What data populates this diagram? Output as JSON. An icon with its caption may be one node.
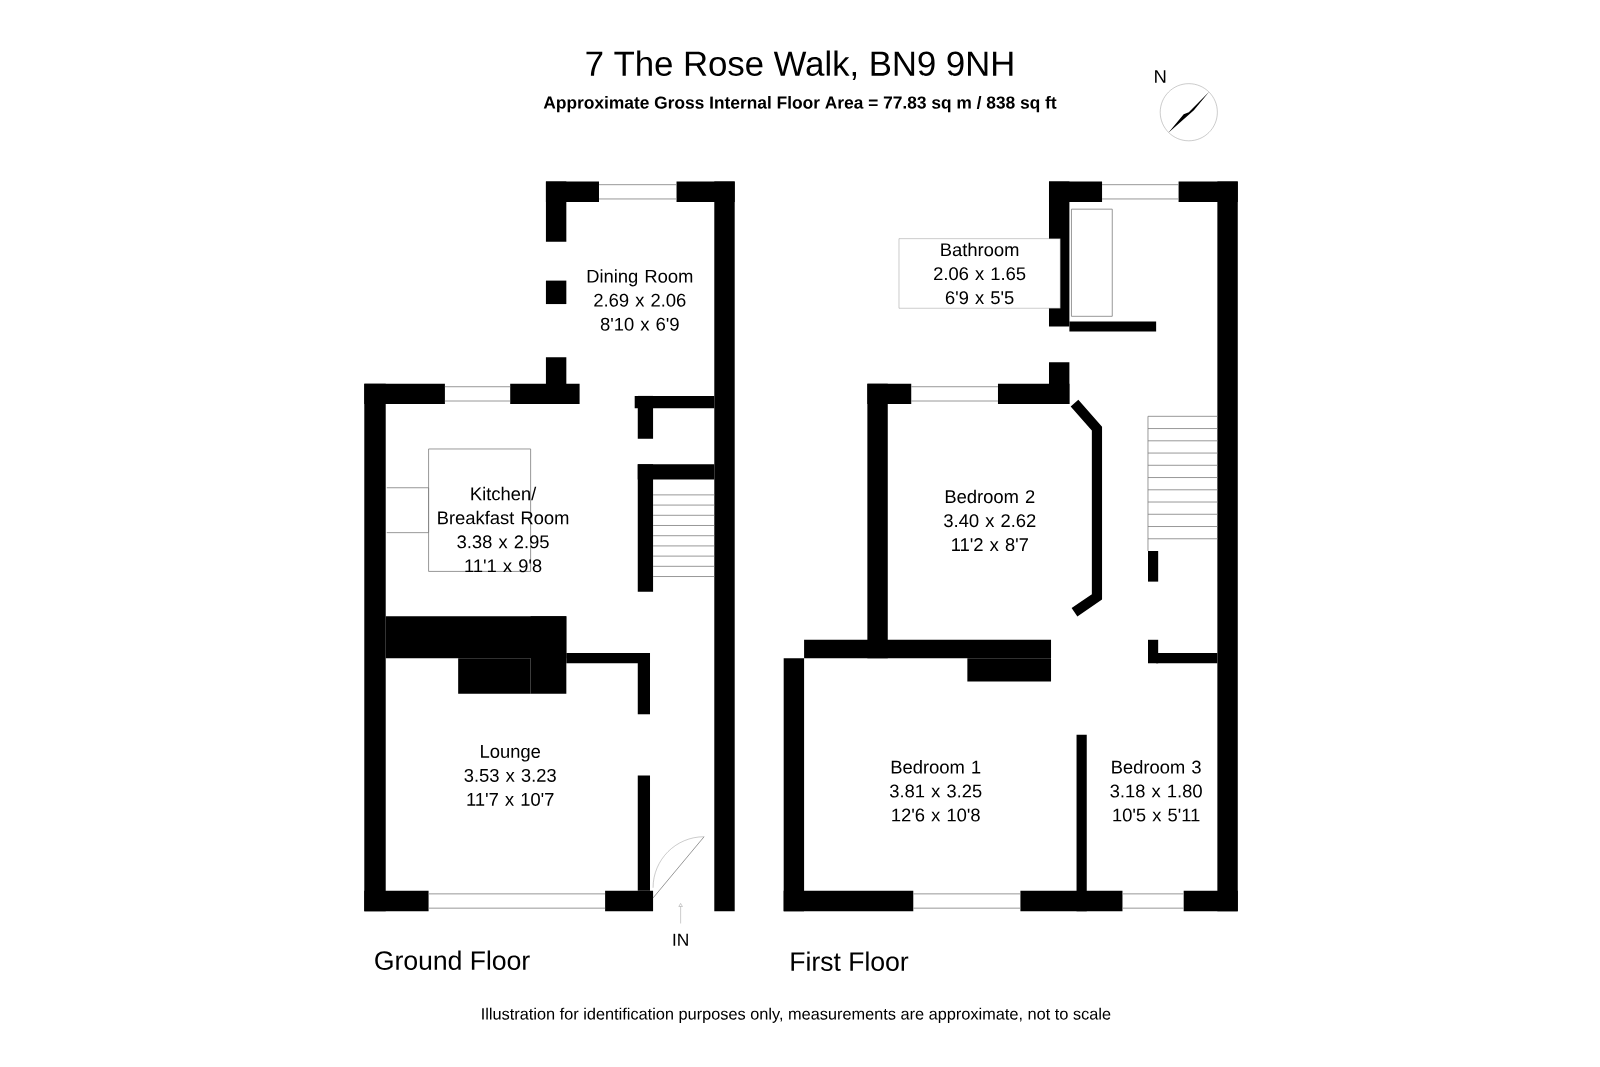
{
  "diagram": {
    "title": "7 The Rose Walk, BN9 9NH",
    "caption": "Approximate Gross Internal Floor Area = 77.83 sq m / 838 sq ft",
    "nodes": [
      {
        "text": [
          "Dining Room",
          "2.69 x 2.06",
          "8'10 x 6'9"
        ]
      },
      {
        "text": [
          "Kitchen/ Breakfast Room",
          "3.38 x 2.95",
          "11'1 x 9'8"
        ]
      },
      {
        "text": [
          "Bathroom",
          "2.06 x 1.65",
          "6'9 x 5'5"
        ]
      },
      {
        "text": [
          "Bedroom 2",
          "3.40 x 2.62",
          "11'2 x 8'7"
        ]
      },
      {
        "text": [
          "Lounge",
          "3.53 x 3.23",
          "11'7 x 10'7"
        ]
      },
      {
        "text": [
          "Bedroom 1",
          "3.81 x 3.25",
          "12'6 x 10'8"
        ]
      },
      {
        "text": [
          "Bedroom 3",
          "3.18 x 1.80",
          "10'5 x 5'11"
        ]
      }
    ],
    "labels": [
      "N",
      "IN",
      "Ground Floor",
      "First Floor",
      "Illustration for identification purposes only, measurements are approximate, not to scale"
    ]
  }
}
